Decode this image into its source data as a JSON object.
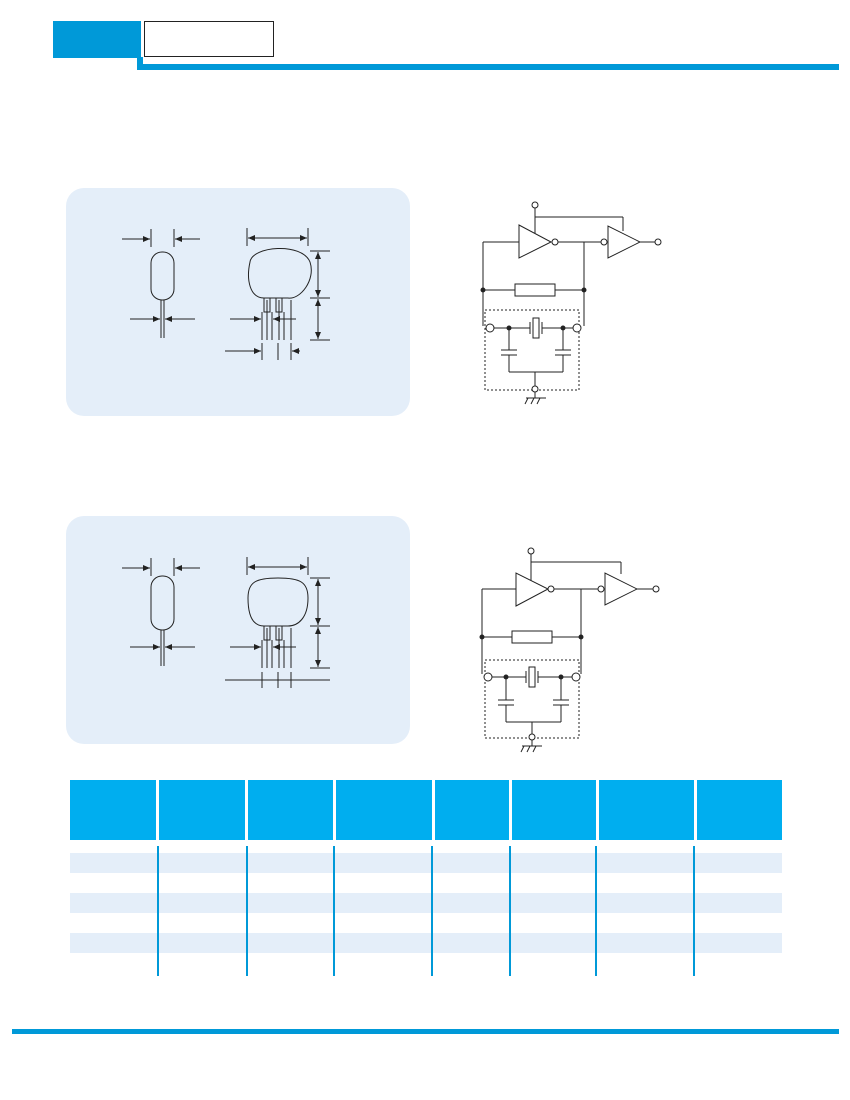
{
  "header": {
    "section_tab": "",
    "title_box_text": ""
  },
  "panels": [
    {
      "name": "component-outline-1"
    },
    {
      "name": "component-outline-2"
    }
  ],
  "circuits": [
    {
      "name": "oscillator-circuit-1"
    },
    {
      "name": "oscillator-circuit-2"
    }
  ],
  "table": {
    "columns": [
      "",
      "",
      "",
      "",
      "",
      "",
      "",
      ""
    ],
    "rows": [
      [
        "",
        "",
        "",
        "",
        "",
        "",
        "",
        ""
      ],
      [
        "",
        "",
        "",
        "",
        "",
        "",
        "",
        ""
      ],
      [
        "",
        "",
        "",
        "",
        "",
        "",
        "",
        ""
      ],
      [
        "",
        "",
        "",
        "",
        "",
        "",
        "",
        ""
      ],
      [
        "",
        "",
        "",
        "",
        "",
        "",
        "",
        ""
      ],
      [
        "",
        "",
        "",
        "",
        "",
        "",
        "",
        ""
      ]
    ]
  },
  "colors": {
    "accent": "#0099d8",
    "table_header": "#00aeef",
    "panel_bg": "#e4eef9"
  }
}
